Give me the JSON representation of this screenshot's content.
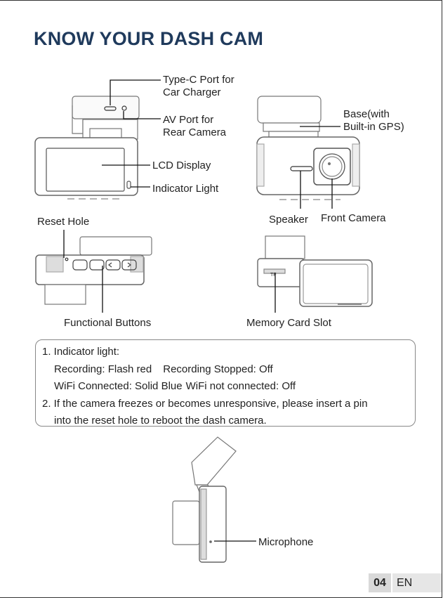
{
  "title": "KNOW YOUR DASH CAM",
  "labels": {
    "type_c_line1": "Type-C Port for",
    "type_c_line2": "Car Charger",
    "av_line1": "AV Port for",
    "av_line2": "Rear Camera",
    "lcd": "LCD Display",
    "indicator": "Indicator Light",
    "base_line1": "Base(with",
    "base_line2": "Built-in GPS)",
    "speaker": "Speaker",
    "front_camera": "Front Camera",
    "reset_hole": "Reset Hole",
    "functional_buttons": "Functional Buttons",
    "memory_card_slot": "Memory Card Slot",
    "microphone": "Microphone",
    "tf": "TF"
  },
  "notes": {
    "item1_title": "1. Indicator light:",
    "recording": "Recording: Flash red",
    "recording_stopped": "Recording Stopped: Off",
    "wifi_connected": "WiFi Connected: Solid Blue",
    "wifi_not_connected": "WiFi not connected: Off",
    "item2_line1": "2. If the camera freezes or becomes unresponsive, please insert a pin",
    "item2_line2": "into the reset hole to reboot the dash camera."
  },
  "footer": {
    "page_number": "04",
    "language": "EN"
  }
}
